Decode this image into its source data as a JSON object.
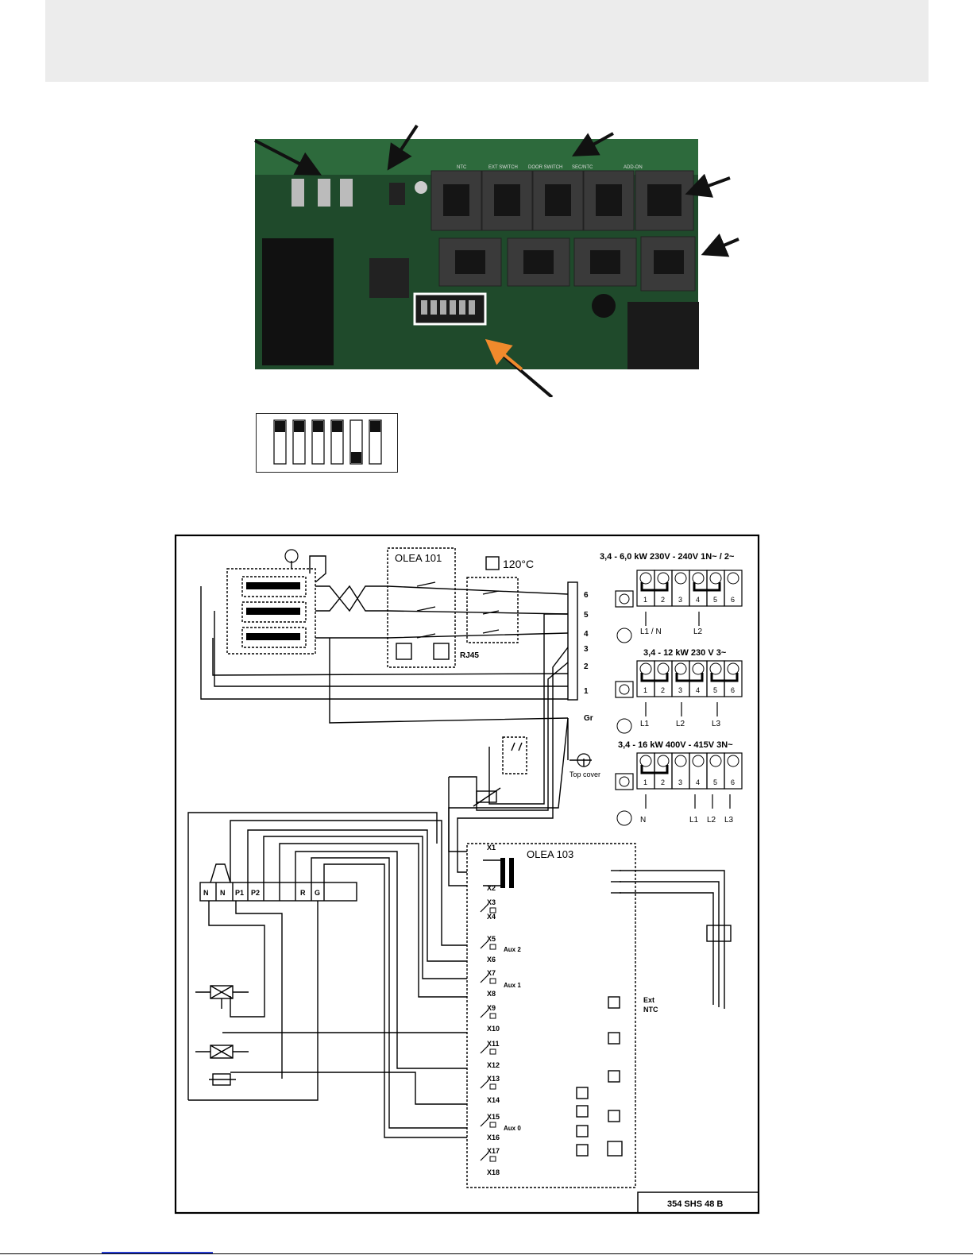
{
  "labels": {
    "olea101": "OLEA 101",
    "temp": "120°C",
    "rj45": "RJ45",
    "olea103": "OLEA 103",
    "top_cover": "Top cover",
    "ext_ntc_1": "Ext",
    "ext_ntc_2": "NTC",
    "aux2": "Aux 2",
    "aux1": "Aux 1",
    "aux0": "Aux 0",
    "doc_code": "354   SHS  48 B",
    "gr": "Gr"
  },
  "terminals_left": [
    "6",
    "5",
    "4",
    "3",
    "2",
    "1"
  ],
  "heater_block": [
    "N",
    "N",
    "P1",
    "P2",
    "R",
    "G"
  ],
  "x_terminals": [
    "X1",
    "X2",
    "X3",
    "X4",
    "X5",
    "X6",
    "X7",
    "X8",
    "X9",
    "X10",
    "X11",
    "X12",
    "X13",
    "X14",
    "X15",
    "X16",
    "X17",
    "X18"
  ],
  "connections": [
    {
      "title": "3,4 - 6,0 kW  230V - 240V  1N~ / 2~",
      "cells": [
        "1",
        "2",
        "3",
        "4",
        "5",
        "6"
      ],
      "labels": [
        "L1 / N",
        "L2"
      ]
    },
    {
      "title": "3,4 - 12 kW  230 V  3~",
      "cells": [
        "1",
        "2",
        "3",
        "4",
        "5",
        "6"
      ],
      "labels": [
        "L1",
        "L2",
        "L3"
      ]
    },
    {
      "title": "3,4 - 16 kW  400V - 415V  3N~",
      "cells": [
        "1",
        "2",
        "3",
        "4",
        "5",
        "6"
      ],
      "labels": [
        "N",
        "L1",
        "L2",
        "L3"
      ]
    }
  ],
  "photo_headers": [
    "NTC",
    "EXT SWITCH",
    "DOOR SWITCH",
    "SEC/NTC",
    "ADD-ON"
  ],
  "dip_switches": [
    "up",
    "up",
    "up",
    "up",
    "down",
    "up"
  ]
}
